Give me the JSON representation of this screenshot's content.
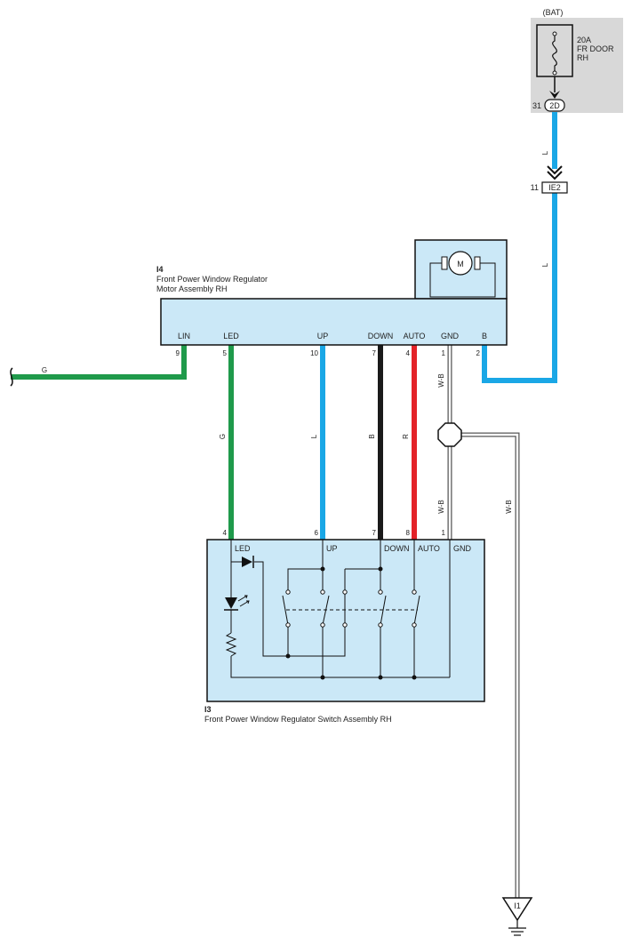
{
  "colors": {
    "wire_l": "#1aa7e6",
    "wire_g": "#1f9a4b",
    "wire_b": "#1a1a1a",
    "wire_r": "#e32228",
    "wire_wb": "#555555",
    "component_fill": "#cbe8f7",
    "fuse_box_fill": "#d8d8d8"
  },
  "fuse": {
    "supply_label": "(BAT)",
    "rating": "20A",
    "name_line1": "FR DOOR",
    "name_line2": "RH",
    "connector": "2D",
    "pin": "31"
  },
  "junction": {
    "connector": "IE2",
    "pin": "11"
  },
  "wire_labels": {
    "fuse_to_junction": "L",
    "junction_to_motor": "L",
    "lin": "G",
    "led": "G",
    "up": "L",
    "down": "B",
    "auto": "R",
    "gnd_upper": "W-B",
    "gnd_lower": "W-B",
    "ground_run": "W-B"
  },
  "motor_assembly": {
    "code": "I4",
    "name_line1": "Front Power Window Regulator",
    "name_line2": "Motor Assembly RH",
    "motor_symbol": "M",
    "terminals": [
      {
        "name": "LIN",
        "pin": "9"
      },
      {
        "name": "LED",
        "pin": "5"
      },
      {
        "name": "UP",
        "pin": "10"
      },
      {
        "name": "DOWN",
        "pin": "7"
      },
      {
        "name": "AUTO",
        "pin": "4"
      },
      {
        "name": "GND",
        "pin": "1"
      },
      {
        "name": "B",
        "pin": "2"
      }
    ]
  },
  "switch_assembly": {
    "code": "I3",
    "name": "Front Power Window Regulator Switch Assembly RH",
    "terminals": [
      {
        "name": "LED",
        "pin": "4"
      },
      {
        "name": "UP",
        "pin": "6"
      },
      {
        "name": "DOWN",
        "pin": "7"
      },
      {
        "name": "AUTO",
        "pin": "8"
      },
      {
        "name": "GND",
        "pin": "1"
      }
    ]
  },
  "ground": {
    "code": "I1"
  }
}
